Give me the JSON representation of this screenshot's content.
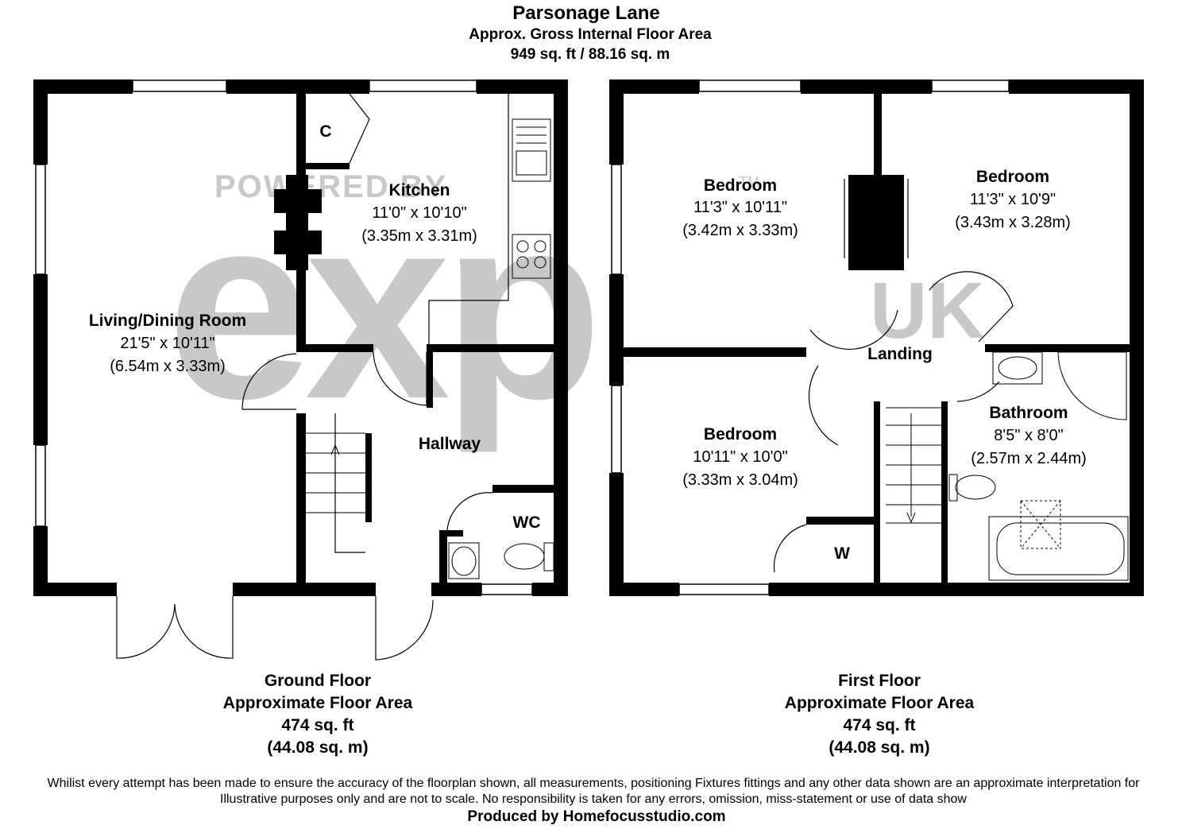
{
  "header": {
    "title": "Parsonage Lane",
    "subtitle": "Approx. Gross Internal Floor Area",
    "total_area": "949 sq. ft / 88.16 sq. m"
  },
  "watermark": {
    "line1": "POWERED BY",
    "brand": "exp",
    "region": "UK",
    "tm": "TM"
  },
  "ground_floor": {
    "rooms": {
      "living": {
        "name": "Living/Dining Room",
        "imperial": "21'5\" x 10'11\"",
        "metric": "(6.54m x 3.33m)"
      },
      "kitchen": {
        "name": "Kitchen",
        "imperial": "11'0\" x 10'10\"",
        "metric": "(3.35m x 3.31m)"
      },
      "hallway": {
        "name": "Hallway"
      },
      "wc": {
        "name": "WC"
      },
      "cupboard": {
        "name": "C"
      }
    },
    "label": {
      "line1": "Ground Floor",
      "line2": "Approximate Floor Area",
      "line3": "474 sq. ft",
      "line4": "(44.08 sq. m)"
    }
  },
  "first_floor": {
    "rooms": {
      "bedroom1": {
        "name": "Bedroom",
        "imperial": "11'3\" x 10'11\"",
        "metric": "(3.42m x 3.33m)"
      },
      "bedroom2": {
        "name": "Bedroom",
        "imperial": "11'3\" x 10'9\"",
        "metric": "(3.43m x 3.28m)"
      },
      "bedroom3": {
        "name": "Bedroom",
        "imperial": "10'11\" x 10'0\"",
        "metric": "(3.33m x 3.04m)"
      },
      "bathroom": {
        "name": "Bathroom",
        "imperial": "8'5\" x 8'0\"",
        "metric": "(2.57m x 2.44m)"
      },
      "landing": {
        "name": "Landing"
      },
      "wardrobe": {
        "name": "W"
      }
    },
    "label": {
      "line1": "First Floor",
      "line2": "Approximate Floor Area",
      "line3": "474 sq. ft",
      "line4": "(44.08 sq. m)"
    }
  },
  "footer": {
    "disclaimer_line1": "Whilist every attempt has been made to ensure the accuracy of the floorplan shown, all measurements, positioning Fixtures fittings and any other data shown are an approximate interpretation for",
    "disclaimer_line2": "Illustrative purposes only  and are not to scale. No responsibility is taken for any errors, omission, miss-statement or use of data show",
    "produced_by": "Produced by Homefocusstudio.com"
  },
  "colors": {
    "wall": "#000000",
    "watermark": "#9a9a9a",
    "background": "#ffffff"
  }
}
